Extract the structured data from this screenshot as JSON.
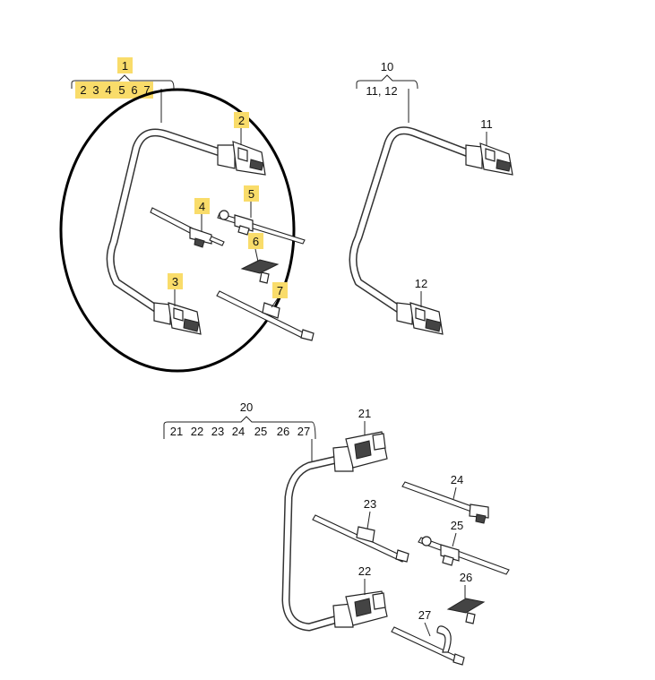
{
  "groups": [
    {
      "main": "1",
      "subs": [
        "2",
        "3",
        "4",
        "5",
        "6",
        "7"
      ],
      "callouts": [
        "2",
        "3",
        "4",
        "5",
        "6",
        "7"
      ]
    },
    {
      "main": "10",
      "subs_text": "11, 12",
      "callouts": [
        "11",
        "12"
      ]
    },
    {
      "main": "20",
      "subs": [
        "21",
        "22",
        "23",
        "24",
        "25",
        "26",
        "27"
      ],
      "callouts": [
        "21",
        "22",
        "23",
        "24",
        "25",
        "26",
        "27"
      ]
    }
  ],
  "highlight_color": "#f9dc6a",
  "circle_color": "#000000"
}
